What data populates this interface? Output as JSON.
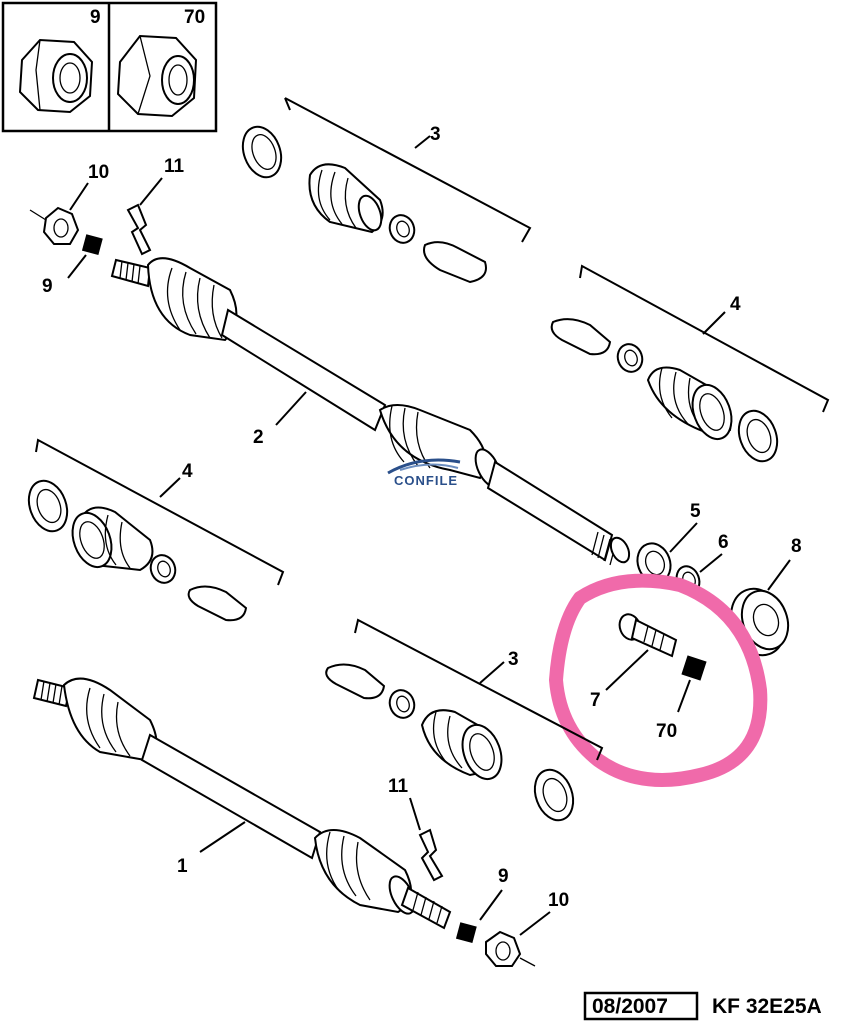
{
  "labels": {
    "inset_left": "9",
    "inset_right": "70",
    "boot_kit_upper": "3",
    "nut_upper": "10",
    "clip_upper": "11",
    "spacer_upper": "9",
    "shaft_upper": "2",
    "boot_kit_right": "4",
    "boot_kit_left": "4",
    "seal_5": "5",
    "ring_6": "6",
    "bearing_8": "8",
    "bolt_7": "7",
    "nut_70": "70",
    "boot_kit_lower": "3",
    "clip_lower": "11",
    "shaft_lower": "1",
    "spacer_lower": "9",
    "nut_lower": "10"
  },
  "watermark": "CONFILE",
  "footer": {
    "date": "08/2007",
    "reference": "KF 32E25A"
  },
  "colors": {
    "highlight": "#f06aaa",
    "watermark": "#2a4f8a",
    "line": "#000000"
  }
}
